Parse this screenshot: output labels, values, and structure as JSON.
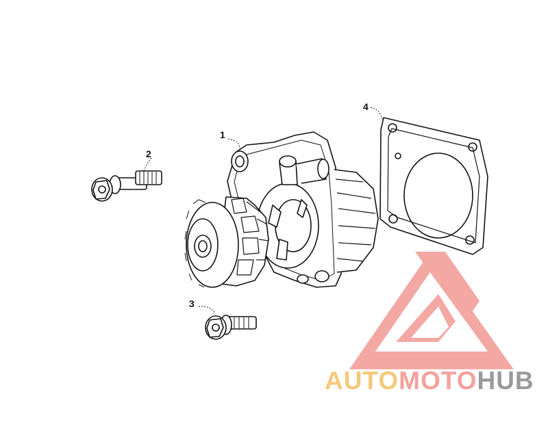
{
  "callouts": {
    "part1": "1",
    "part2": "2",
    "part3": "3",
    "part4": "4"
  },
  "watermark": {
    "part_a": "AUTO",
    "part_b": "MOTO",
    "part_c": "HUB",
    "colors": {
      "auto": "#f5c97a",
      "moto": "#f4a19d",
      "hub": "#9a9a9a",
      "logo": "#f08f8a"
    }
  }
}
